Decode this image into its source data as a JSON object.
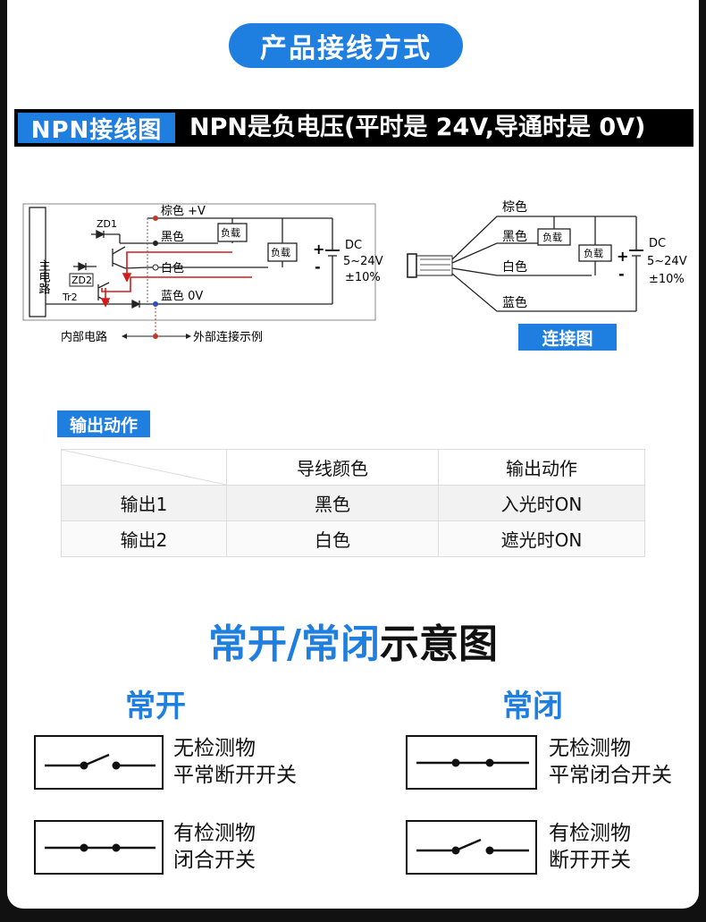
{
  "title": "产品接线方式",
  "npn_header": {
    "tag": "NPN接线图",
    "text": "NPN是负电压(平时是 24V,导通时是 0V)"
  },
  "diagram_left": {
    "main_circuit": "主电路",
    "zd1": "ZD1",
    "zd2": "ZD2",
    "tr2": "Tr2",
    "brown": "棕色 +V",
    "black": "黑色",
    "white": "白色",
    "blue": "蓝色 0V",
    "load1": "负载",
    "load2": "负载",
    "plus": "+",
    "minus": "-",
    "dc": "DC",
    "voltage": "5~24V",
    "tolerance": "±10%",
    "internal": "内部电路",
    "external": "外部连接示例"
  },
  "diagram_right": {
    "brown": "棕色",
    "black": "黑色",
    "white": "白色",
    "blue": "蓝色",
    "load1": "负载",
    "load2": "负载",
    "plus": "+",
    "minus": "-",
    "dc": "DC",
    "voltage": "5~24V",
    "tolerance": "±10%",
    "caption": "连接图"
  },
  "output_action": {
    "label": "输出动作",
    "headers": [
      "",
      "导线颜色",
      "输出动作"
    ],
    "rows": [
      [
        "输出1",
        "黑色",
        "入光时ON"
      ],
      [
        "输出2",
        "白色",
        "遮光时ON"
      ]
    ]
  },
  "switch_section": {
    "title_blue": "常开/常闭",
    "title_black": "示意图",
    "no_title": "常开",
    "nc_title": "常闭",
    "no_off_line1": "无检测物",
    "no_off_line2": "平常断开开关",
    "no_on_line1": "有检测物",
    "no_on_line2": "闭合开关",
    "nc_off_line1": "无检测物",
    "nc_off_line2": "平常闭合开关",
    "nc_on_line1": "有检测物",
    "nc_on_line2": "断开开关"
  },
  "colors": {
    "accent": "#1e7fe0",
    "wire_red": "#d21c1c",
    "header_bg": "#000000"
  }
}
